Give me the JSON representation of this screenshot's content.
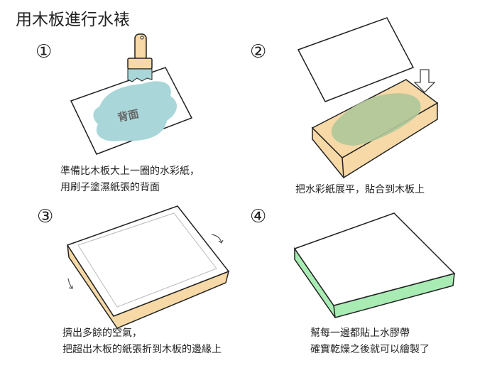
{
  "title": "用木板進行水裱",
  "steps": [
    {
      "number": "①",
      "lines": [
        "準備比木板大上一圈的水彩紙，",
        "用刷子塗濕紙張的背面"
      ],
      "paper_label": "背面"
    },
    {
      "number": "②",
      "lines": [
        "把水彩紙展平，貼合到木板上"
      ]
    },
    {
      "number": "③",
      "lines": [
        "擠出多餘的空氣，",
        "把超出木板的紙張折到木板的邊緣上"
      ]
    },
    {
      "number": "④",
      "lines": [
        "幫每一邊都貼上水膠帶",
        "確實乾燥之後就可以繪製了"
      ]
    }
  ],
  "colors": {
    "wet": "#a9d6d9",
    "wood": "#f6d9a6",
    "paint": "#aec79a",
    "tape": "#a8ecb4"
  }
}
